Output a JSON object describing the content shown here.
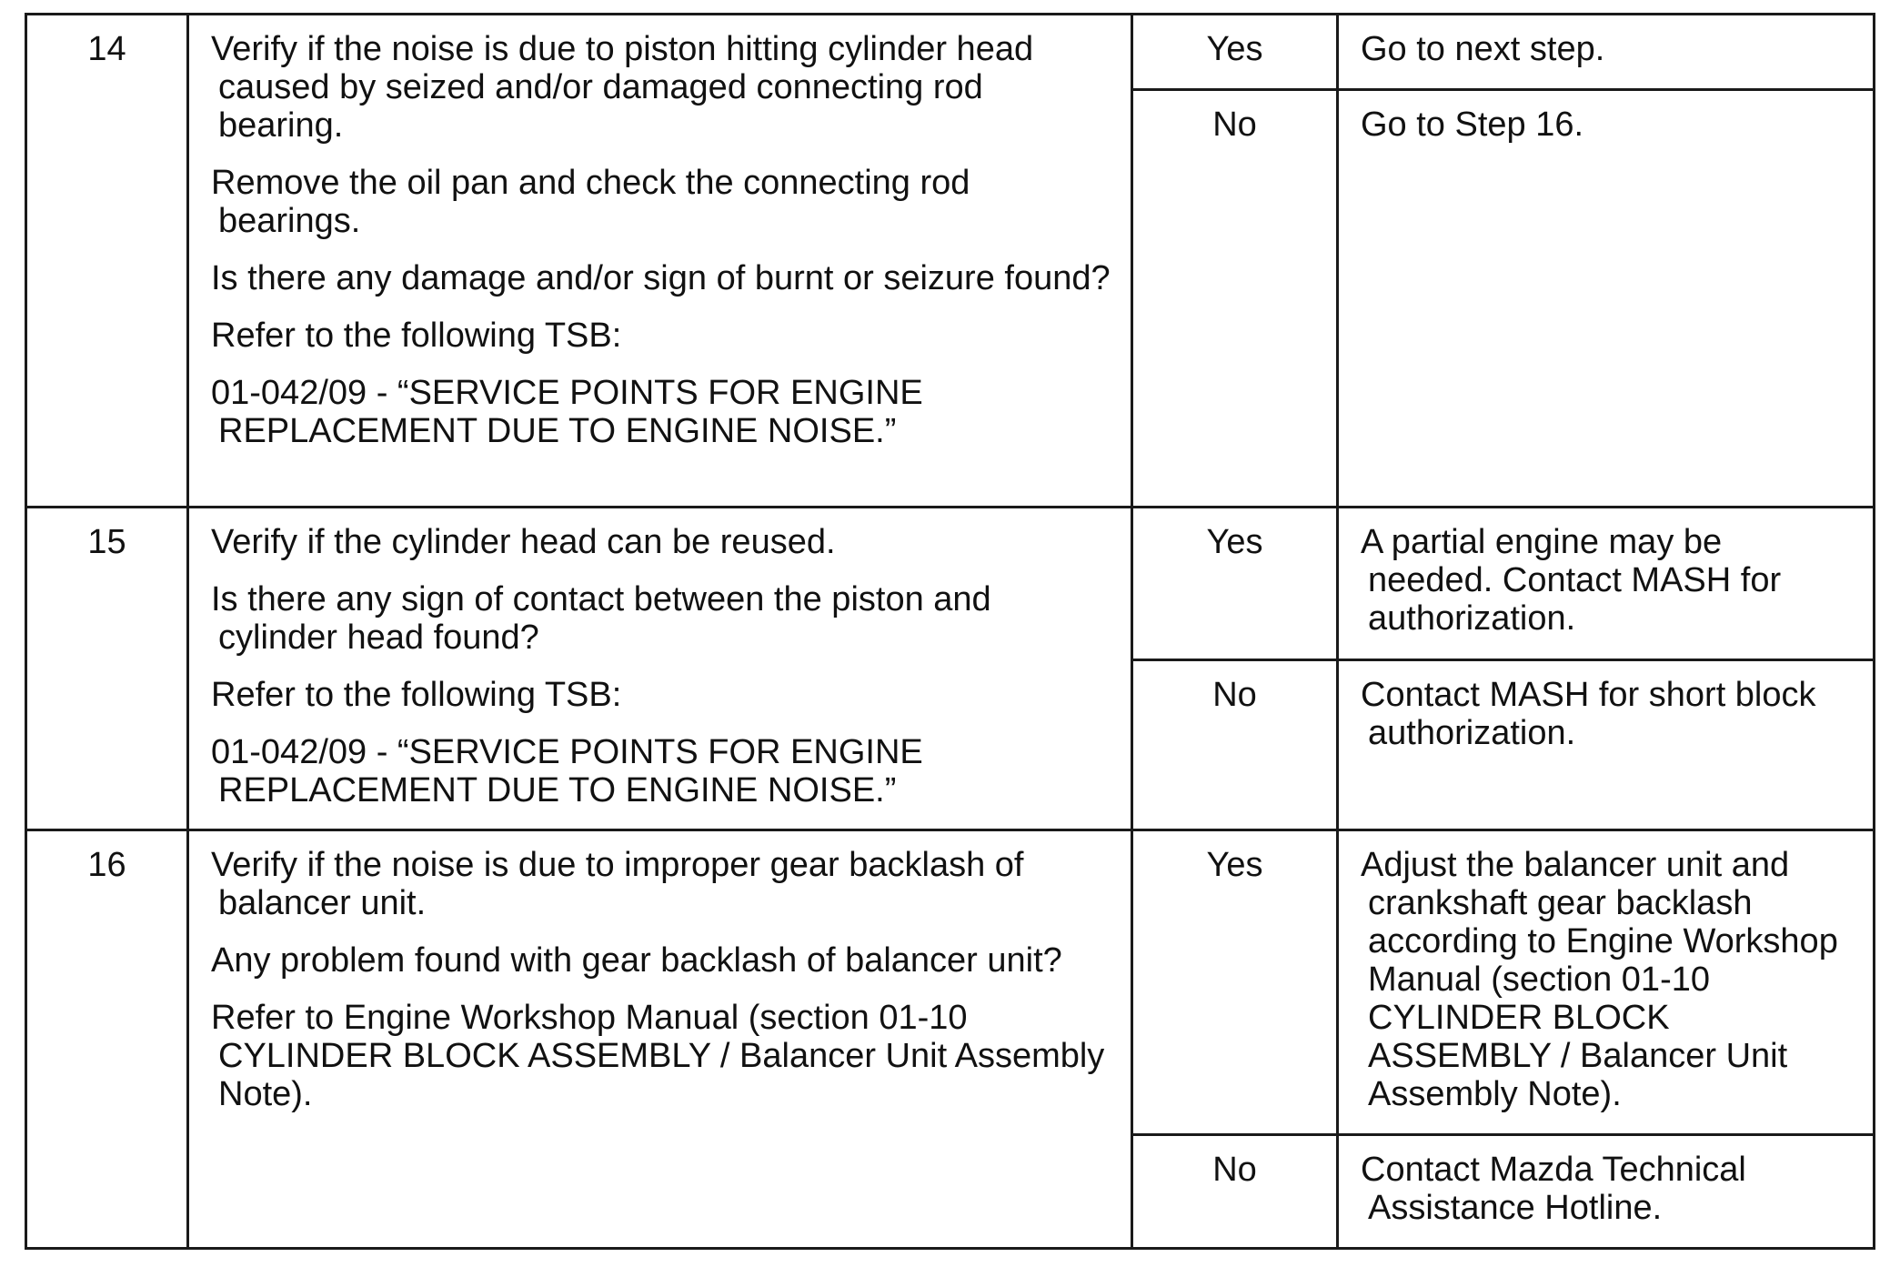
{
  "rows": [
    {
      "step": "14",
      "paragraphs": [
        "Verify if the noise is due to piston hitting cylinder head caused by seized and/or damaged connecting rod bearing.",
        "Remove the oil pan and check the connecting rod bearings.",
        "Is there any damage and/or sign of burnt or seizure found?",
        "Refer to the following TSB:",
        "01-042/09 - “SERVICE POINTS FOR ENGINE REPLACEMENT DUE TO ENGINE NOISE.”"
      ],
      "yes_label": "Yes",
      "yes_result": "Go to next step.",
      "no_label": "No",
      "no_result": "Go to Step 16."
    },
    {
      "step": "15",
      "paragraphs": [
        "Verify if the cylinder head can be reused.",
        "Is there any sign of contact between the piston and cylinder head found?",
        "Refer to the following TSB:",
        "01-042/09 - “SERVICE POINTS FOR ENGINE REPLACEMENT DUE TO ENGINE NOISE.”"
      ],
      "yes_label": "Yes",
      "yes_result": "A partial engine may be needed. Contact MASH for authorization.",
      "no_label": "No",
      "no_result": "Contact MASH for short block authorization."
    },
    {
      "step": "16",
      "paragraphs": [
        "Verify if the noise is due to improper gear backlash of balancer unit.",
        "Any problem found with gear backlash of balancer unit?",
        "Refer to Engine Workshop Manual (section 01-10 CYLINDER BLOCK ASSEMBLY / Balancer Unit Assembly Note)."
      ],
      "yes_label": "Yes",
      "yes_result": "Adjust the balancer unit and crankshaft gear backlash according to Engine Workshop Manual (section 01-10 CYLINDER BLOCK ASSEMBLY / Balancer Unit Assembly Note).",
      "no_label": "No",
      "no_result": "Contact Mazda Technical Assistance Hotline."
    }
  ]
}
